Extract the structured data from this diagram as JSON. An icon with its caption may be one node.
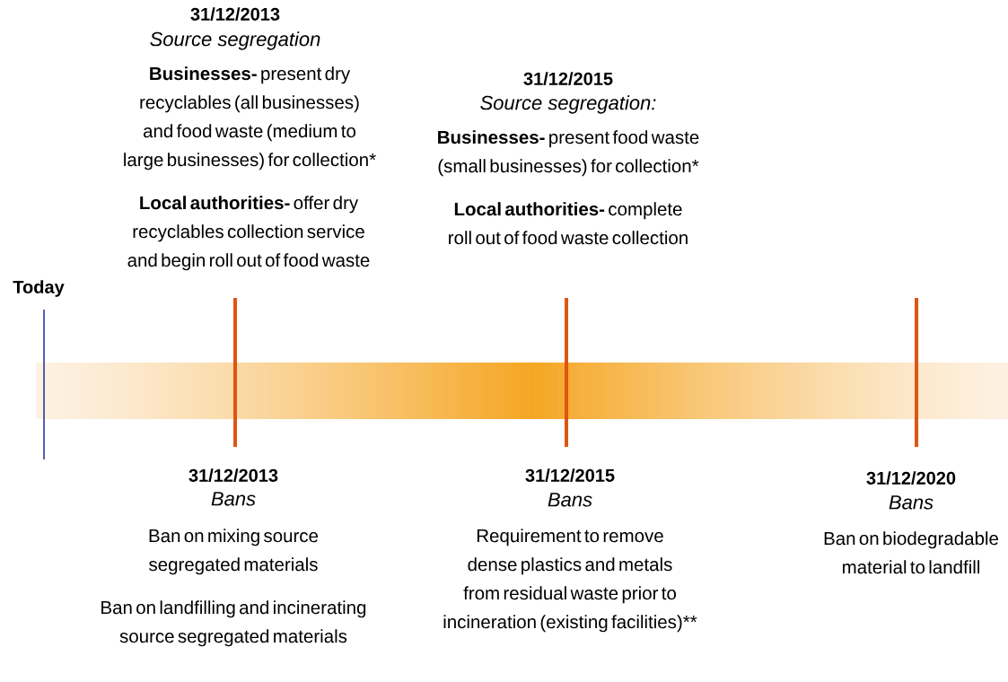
{
  "diagram": {
    "labels": [
      "31/12/2013",
      "Source segregation",
      "**Businesses-** present dry recyclables (all businesses) and food waste (medium to large businesses) for collection*",
      "**Local authorities-** offer dry recyclables collection service and begin roll out of food waste",
      "31/12/2015",
      "Source segregation:",
      "**Businesses-** present food waste (small businesses) for collection*",
      "**Local authorities-** complete roll out of food waste collection",
      "Today",
      "31/12/2013",
      "Bans",
      "Ban on mixing source segregated materials",
      "Ban on landfilling and incinerating source segregated materials",
      "31/12/2015",
      "Bans",
      "Requirement to remove dense plastics and metals from residual waste prior to incineration (existing facilities)**",
      "31/12/2020",
      "Bans",
      "Ban on biodegradable material to landfill"
    ]
  }
}
